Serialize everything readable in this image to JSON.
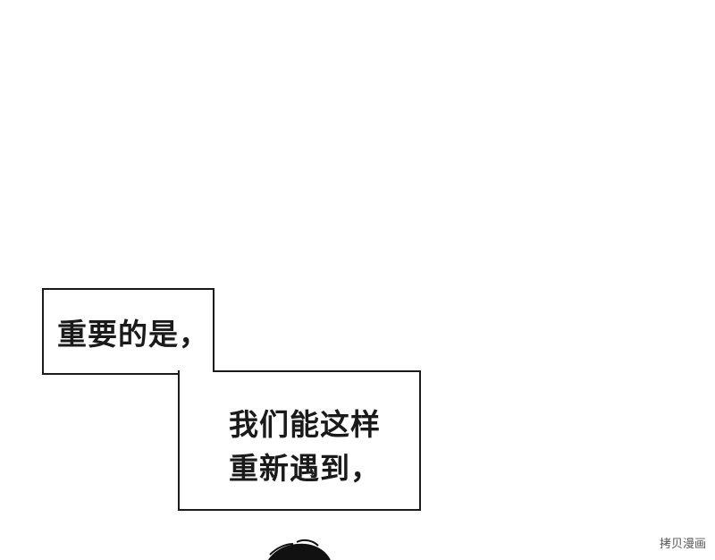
{
  "captions": {
    "line1": "重要的是，",
    "line2": "我们能这样",
    "line3": "重新遇到，"
  },
  "watermark": {
    "text": "拷贝漫画"
  }
}
